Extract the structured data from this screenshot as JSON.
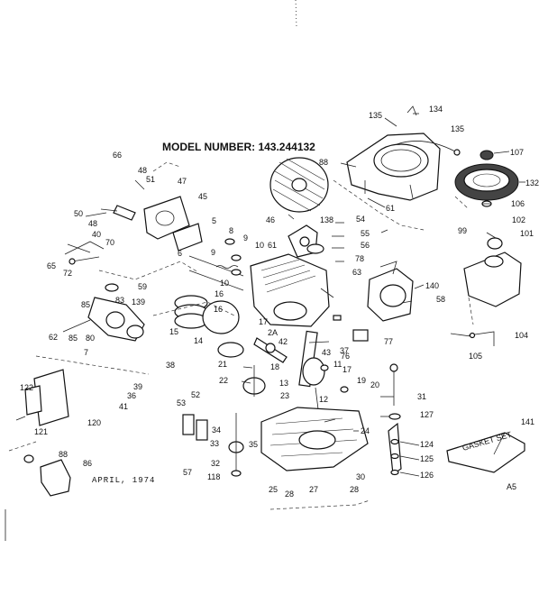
{
  "model_number": "MODEL NUMBER:  143.244132",
  "date": "APRIL, 1974",
  "page_code": "A5",
  "gasket_box_text": "GASKET SET",
  "part_numbers": [
    "134",
    "135",
    "135",
    "107",
    "88",
    "132",
    "61",
    "106",
    "66",
    "48",
    "51",
    "47",
    "45",
    "46",
    "138",
    "54",
    "55",
    "56",
    "78",
    "99",
    "102",
    "101",
    "50",
    "48",
    "5",
    "8",
    "9",
    "10",
    "61",
    "63",
    "140",
    "58",
    "40",
    "70",
    "6",
    "9",
    "65",
    "72",
    "59",
    "10",
    "16",
    "83",
    "139",
    "85",
    "62",
    "85",
    "80",
    "7",
    "15",
    "16",
    "14",
    "17",
    "2A",
    "42",
    "43",
    "37",
    "76",
    "77",
    "104",
    "105",
    "38",
    "39",
    "36",
    "41",
    "21",
    "18",
    "22",
    "13",
    "11",
    "17",
    "23",
    "19",
    "20",
    "31",
    "122",
    "120",
    "121",
    "53",
    "52",
    "34",
    "33",
    "35",
    "24",
    "127",
    "88",
    "86",
    "57",
    "118",
    "32",
    "25",
    "28",
    "27",
    "28",
    "30",
    "124",
    "125",
    "126",
    "141",
    "12"
  ]
}
